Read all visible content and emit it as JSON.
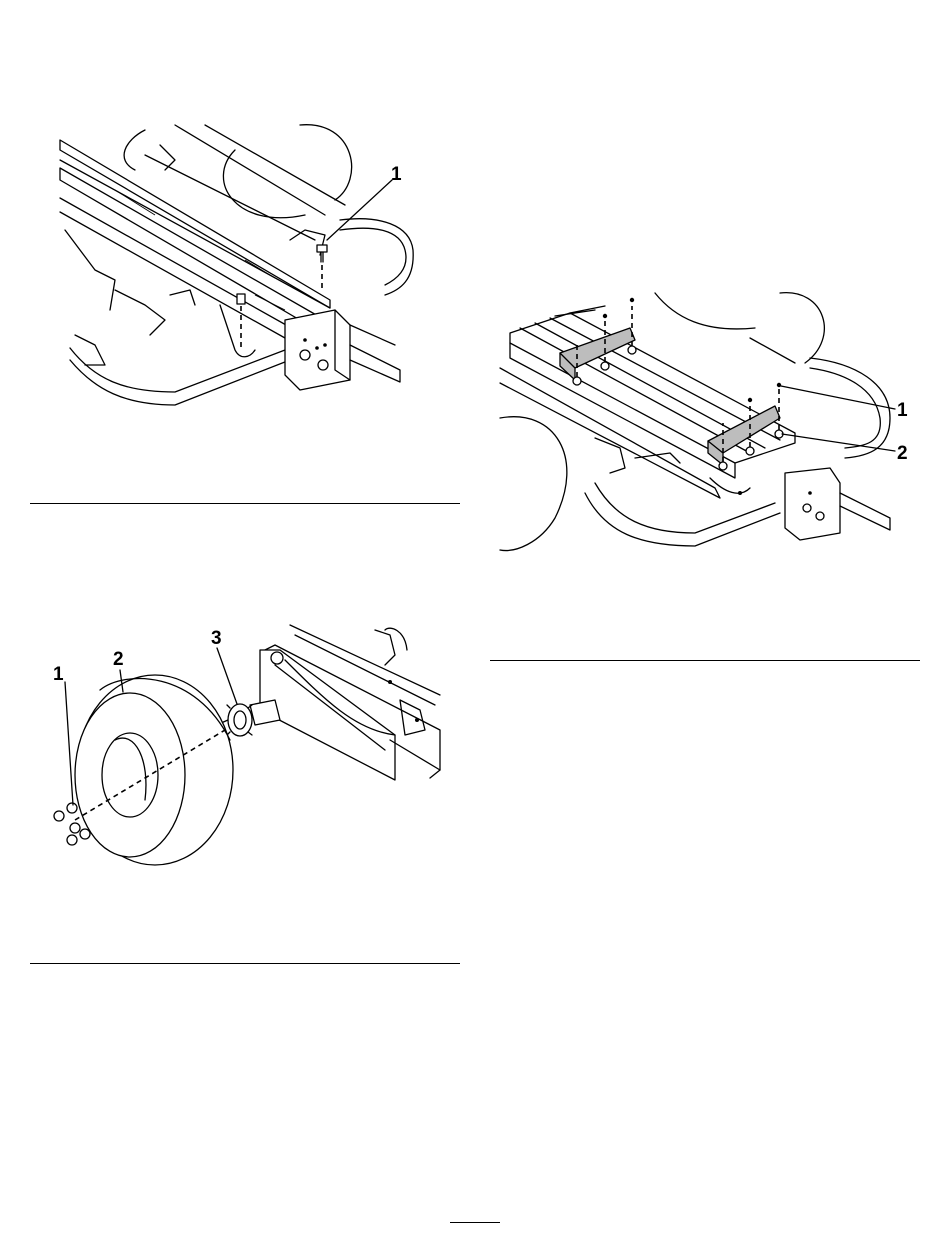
{
  "figures": {
    "figure_1": {
      "callouts": [
        "1"
      ]
    },
    "figure_2": {
      "callouts": [
        "1",
        "2"
      ]
    },
    "figure_3": {
      "callouts": [
        "1",
        "2",
        "3"
      ]
    }
  }
}
